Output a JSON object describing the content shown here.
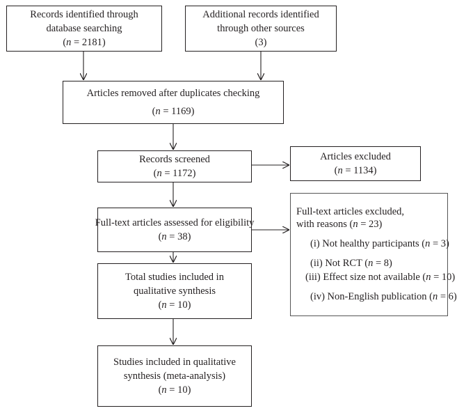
{
  "boxes": {
    "identified_db": {
      "line1": "Records identified through",
      "line2": "database searching",
      "count": "(n = 2181)"
    },
    "identified_other": {
      "line1": "Additional records identified",
      "line2": "through other sources",
      "count": "(3)"
    },
    "duplicates_removed": {
      "line1": "Articles removed after duplicates checking",
      "count": "(n = 1169)"
    },
    "screened": {
      "line1": "Records screened",
      "count": "(n = 1172)"
    },
    "excluded": {
      "line1": "Articles excluded",
      "count": "(n = 1134)"
    },
    "full_text": {
      "line1": "Full-text articles assessed for eligibility",
      "count": "(n = 38)"
    },
    "qualitative": {
      "line1": "Total studies included in",
      "line2": "qualitative synthesis",
      "count": "(n = 10)"
    },
    "meta_analysis": {
      "line1": "Studies included in qualitative",
      "line2": "synthesis (meta-analysis)",
      "count": "(n = 10)"
    },
    "reasons": {
      "title1": "Full-text articles excluded,",
      "title2": "with reasons (n = 23)",
      "items": [
        "(i) Not healthy participants (n = 3)",
        "(ii) Not RCT (n = 8)",
        "(iii) Effect size not available (n = 10)",
        "(iv) Non-English publication (n = 6)"
      ]
    }
  }
}
